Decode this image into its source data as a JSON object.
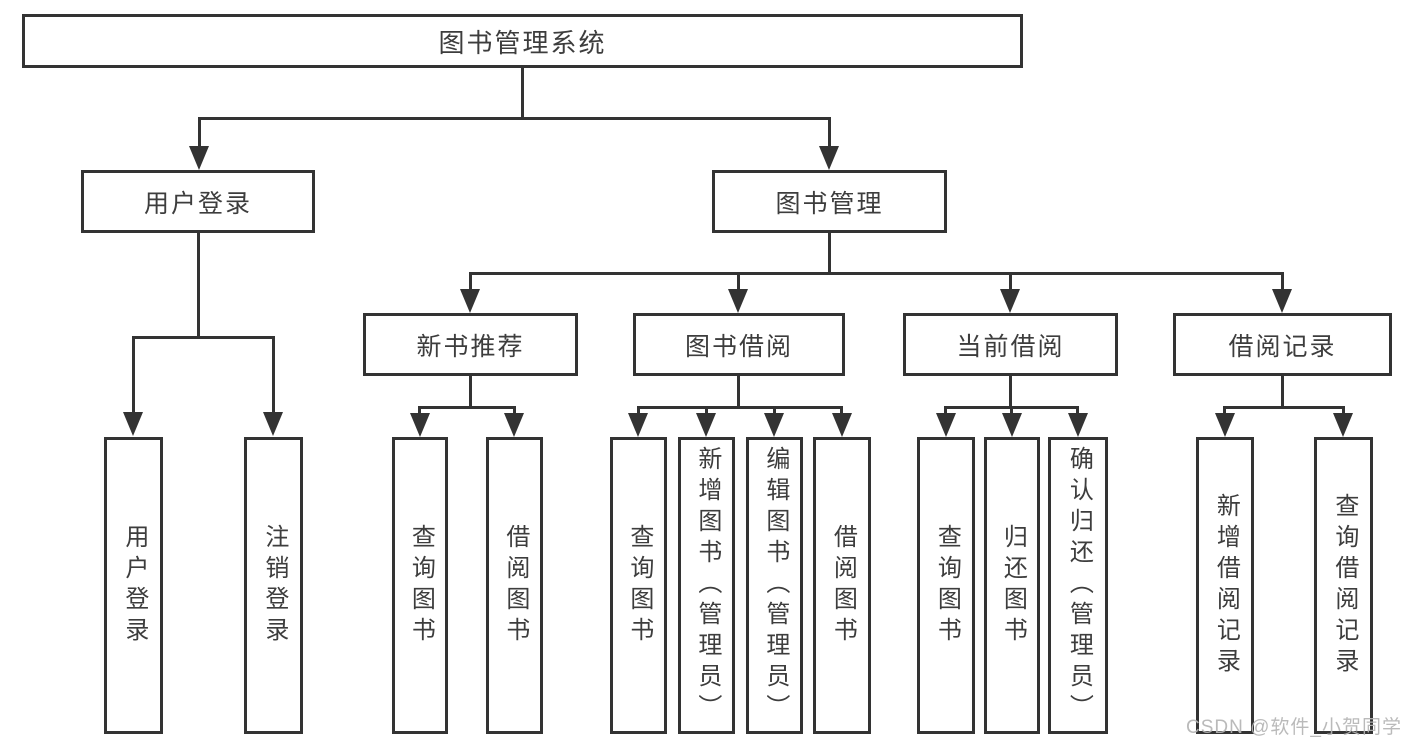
{
  "diagram": {
    "title": "图书管理系统",
    "root": {
      "label": "图书管理系统"
    },
    "branches": [
      {
        "label": "用户登录",
        "children": [
          {
            "label": "用户登录"
          },
          {
            "label": "注销登录"
          }
        ]
      },
      {
        "label": "图书管理",
        "children": [
          {
            "label": "新书推荐",
            "children": [
              {
                "label": "查询图书"
              },
              {
                "label": "借阅图书"
              }
            ]
          },
          {
            "label": "图书借阅",
            "children": [
              {
                "label": "查询图书"
              },
              {
                "label": "新增图书（管理员）"
              },
              {
                "label": "编辑图书（管理员）"
              },
              {
                "label": "借阅图书"
              }
            ]
          },
          {
            "label": "当前借阅",
            "children": [
              {
                "label": "查询图书"
              },
              {
                "label": "归还图书"
              },
              {
                "label": "确认归还（管理员）"
              }
            ]
          },
          {
            "label": "借阅记录",
            "children": [
              {
                "label": "新增借阅记录"
              },
              {
                "label": "查询借阅记录"
              }
            ]
          }
        ]
      }
    ]
  },
  "watermark": {
    "text": "CSDN @软件_小贺同学"
  },
  "colors": {
    "line": "#333333",
    "text": "#3d3d3d",
    "watermark": "#b5b5b5",
    "background": "#ffffff"
  }
}
